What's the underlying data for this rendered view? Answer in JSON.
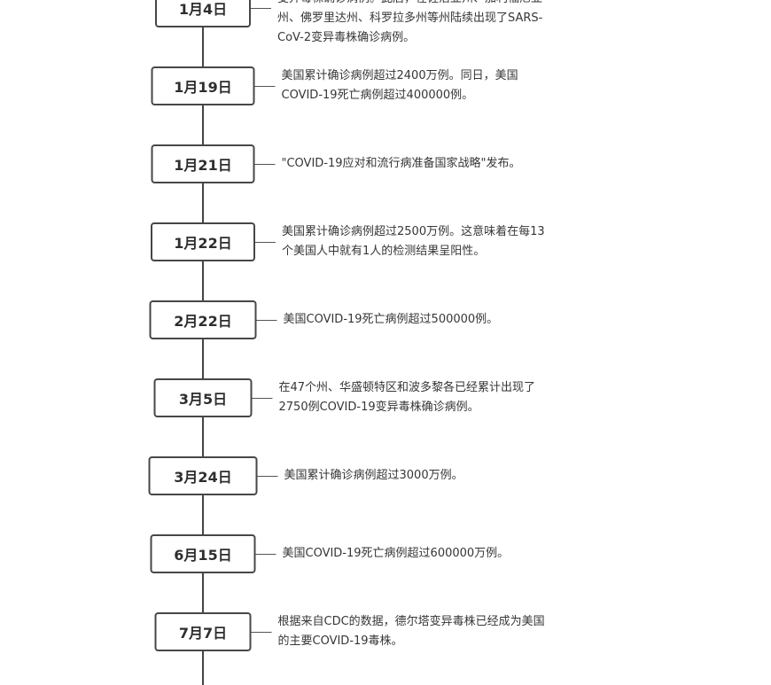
{
  "timeline": {
    "entries": [
      {
        "date": "1月4日",
        "lines": [
          "变异毒株确诊病例。此后，在佐治亚州、加利福尼亚",
          "州、佛罗里达州、科罗拉多州等州陆续出现了SARS-",
          "CoV-2变异毒株确诊病例。"
        ]
      },
      {
        "date": "1月19日",
        "lines": [
          "美国累计确诊病例超过2400万例。同日，美国",
          "COVID-19死亡病例超过400000例。"
        ]
      },
      {
        "date": "1月21日",
        "lines": [
          "\"COVID-19应对和流行病准备国家战略\"发布。"
        ]
      },
      {
        "date": "1月22日",
        "lines": [
          "美国累计确诊病例超过2500万例。这意味着在每13",
          "个美国人中就有1人的检测结果呈阳性。"
        ]
      },
      {
        "date": "2月22日",
        "lines": [
          "美国COVID-19死亡病例超过500000例。"
        ]
      },
      {
        "date": "3月5日",
        "lines": [
          "在47个州、华盛顿特区和波多黎各已经累计出现了",
          "2750例COVID-19变异毒株确诊病例。"
        ]
      },
      {
        "date": "3月24日",
        "lines": [
          "美国累计确诊病例超过3000万例。"
        ]
      },
      {
        "date": "6月15日",
        "lines": [
          "美国COVID-19死亡病例超过600000万例。"
        ]
      },
      {
        "date": "7月7日",
        "lines": [
          "根据来自CDC的数据，德尔塔变异毒株已经成为美国",
          "的主要COVID-19毒株。"
        ]
      }
    ]
  }
}
